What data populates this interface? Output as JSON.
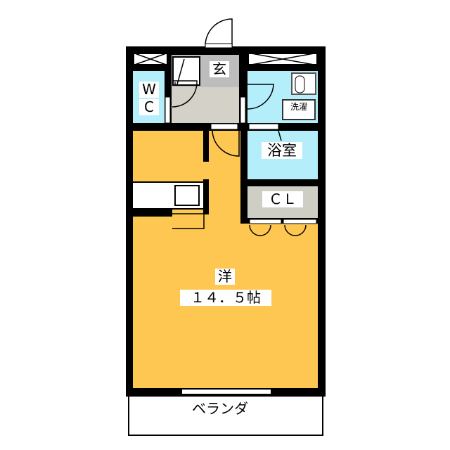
{
  "colors": {
    "room": "#FDC752",
    "wet": "#B4EEFA",
    "storage": "#CFCEC4",
    "entrance": "#BDBDBD"
  },
  "rooms": {
    "entrance": "玄",
    "toilet_line1": "W",
    "toilet_line2": "C",
    "laundry": "洗濯",
    "bath": "浴室",
    "closet": "ＣＬ",
    "western_room": "洋",
    "western_room_size": "１４．５帖",
    "balcony": "ベランダ"
  }
}
